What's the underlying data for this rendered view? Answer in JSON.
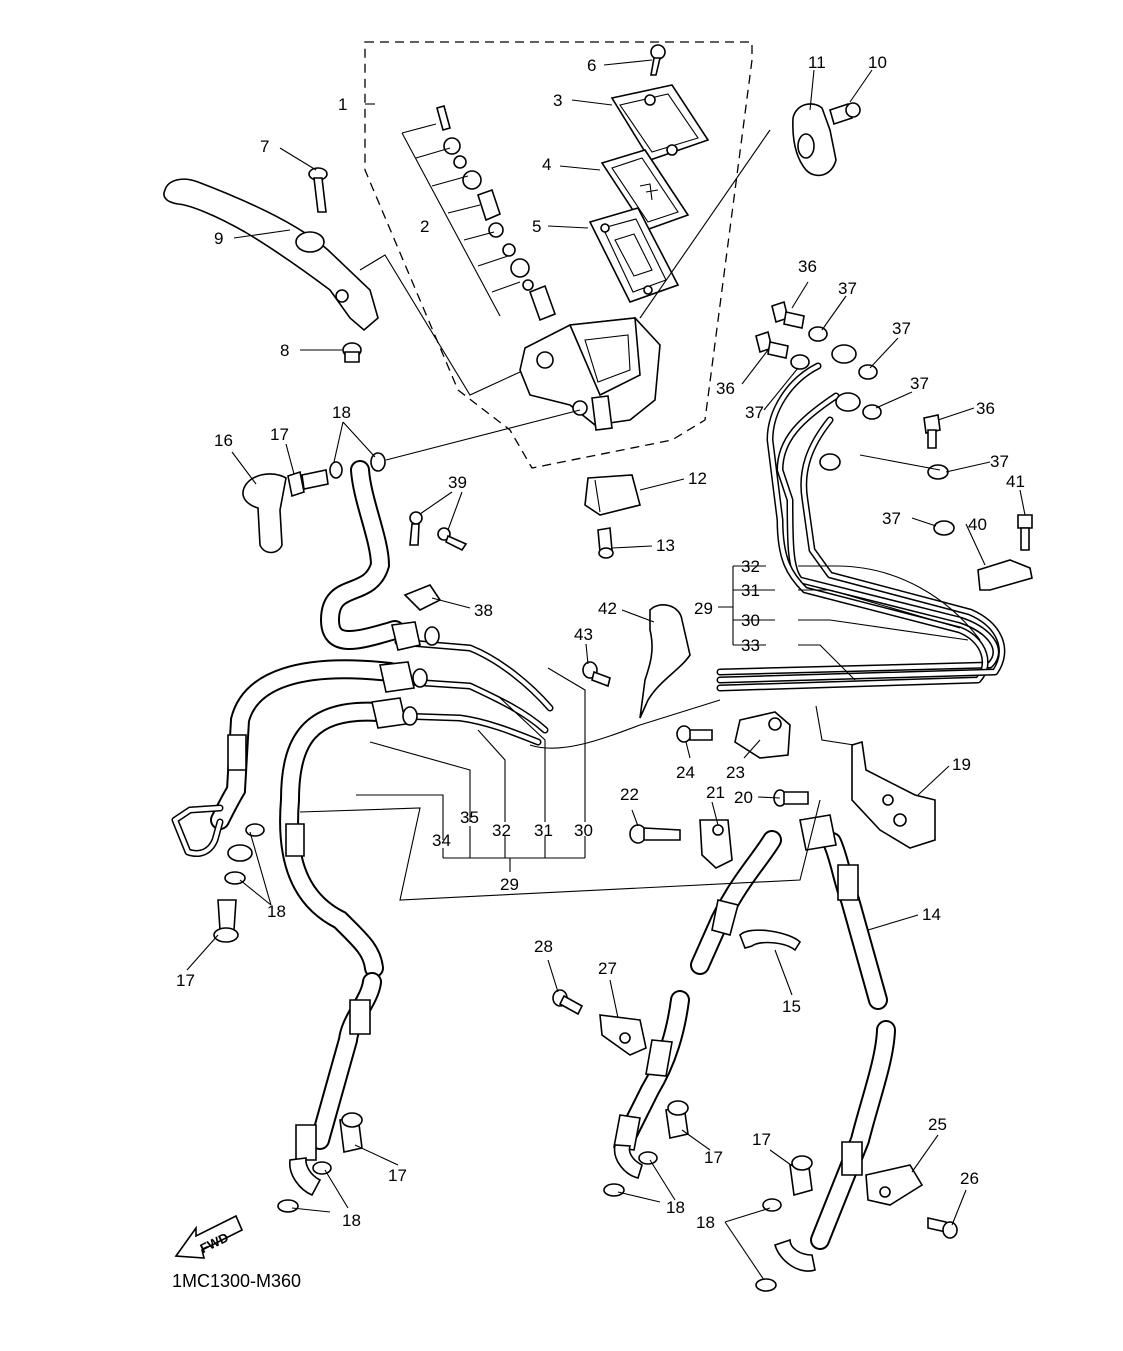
{
  "diagram_code": "1MC1300-M360",
  "fwd_label": "FWD",
  "callouts": {
    "c1": "1",
    "c2": "2",
    "c3": "3",
    "c4": "4",
    "c5": "5",
    "c6": "6",
    "c7": "7",
    "c8": "8",
    "c9": "9",
    "c10": "10",
    "c11": "11",
    "c12": "12",
    "c13": "13",
    "c14": "14",
    "c15": "15",
    "c16": "16",
    "c17a": "17",
    "c17b": "17",
    "c17c": "17",
    "c17d": "17",
    "c17e": "17",
    "c18a": "18",
    "c18b": "18",
    "c18c": "18",
    "c18d": "18",
    "c18e": "18",
    "c19": "19",
    "c20": "20",
    "c21": "21",
    "c22": "22",
    "c23": "23",
    "c24": "24",
    "c25": "25",
    "c26": "26",
    "c27": "27",
    "c28": "28",
    "c29a": "29",
    "c29b": "29",
    "c30a": "30",
    "c30b": "30",
    "c31a": "31",
    "c31b": "31",
    "c32a": "32",
    "c32b": "32",
    "c33": "33",
    "c34": "34",
    "c35": "35",
    "c36a": "36",
    "c36b": "36",
    "c36c": "36",
    "c37a": "37",
    "c37b": "37",
    "c37c": "37",
    "c37d": "37",
    "c37e": "37",
    "c37f": "37",
    "c38": "38",
    "c39": "39",
    "c40": "40",
    "c41": "41",
    "c42": "42",
    "c43": "43"
  }
}
